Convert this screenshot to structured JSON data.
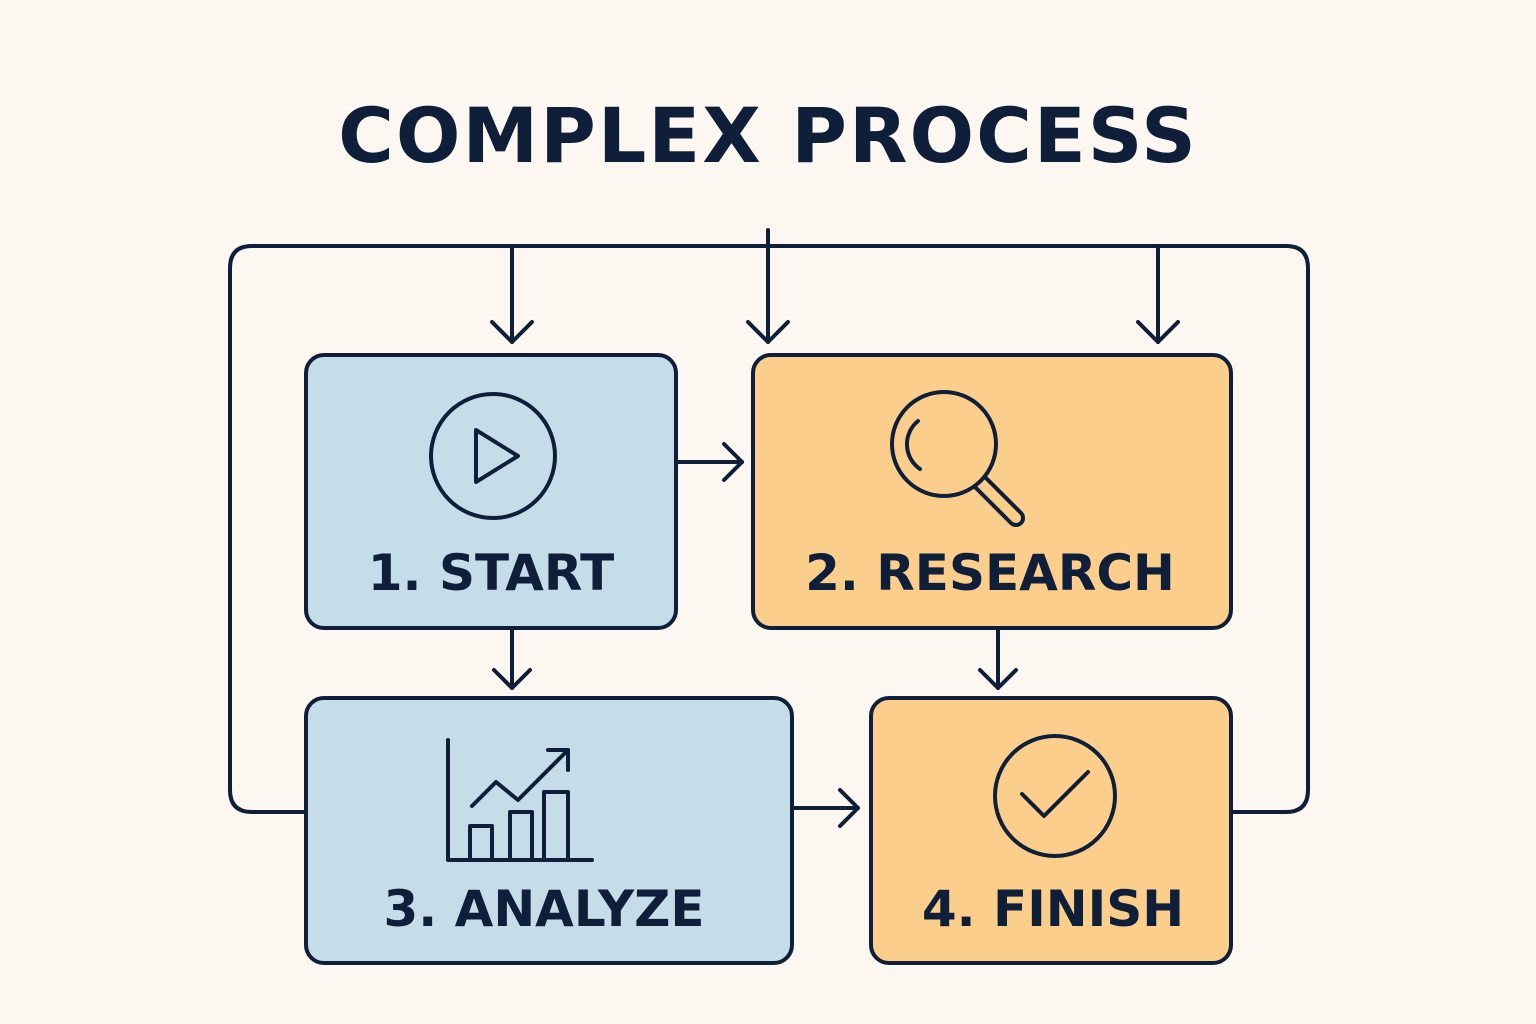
{
  "title": "COMPLEX PROCESS",
  "colors": {
    "background": "#fcf7f0",
    "stroke": "#0f1f3a",
    "blue_box": "#c5dce9",
    "orange_box": "#fbcf8b"
  },
  "steps": [
    {
      "label": "1. START",
      "icon": "play-icon",
      "color": "blue"
    },
    {
      "label": "2. RESEARCH",
      "icon": "magnifier-icon",
      "color": "orange"
    },
    {
      "label": "3. ANALYZE",
      "icon": "growth-chart-icon",
      "color": "blue"
    },
    {
      "label": "4. FINISH",
      "icon": "checkmark-icon",
      "color": "orange"
    }
  ]
}
